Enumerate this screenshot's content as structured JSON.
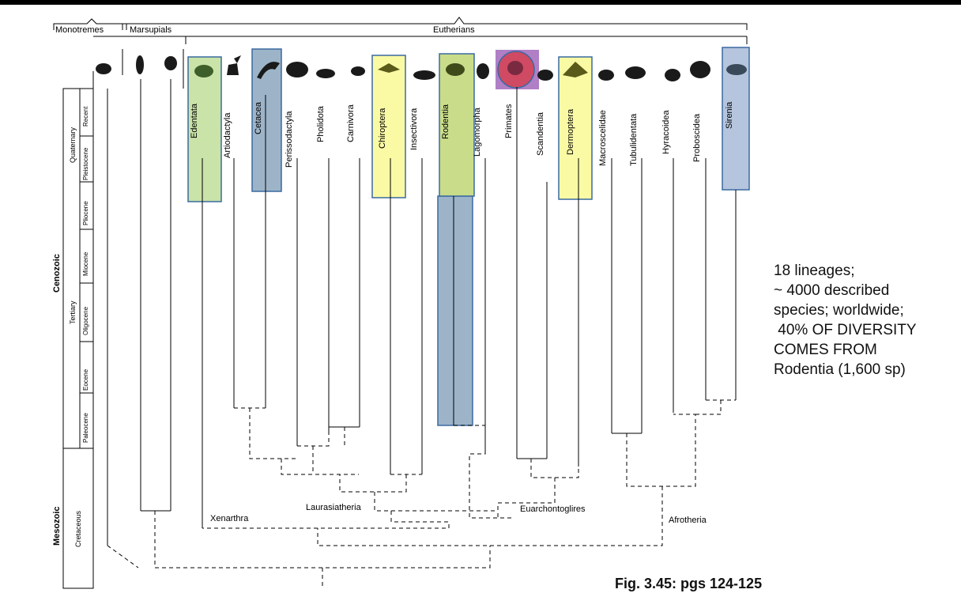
{
  "groups": [
    "Monotremes",
    "Marsupials",
    "Eutherians"
  ],
  "orders": [
    "Edentata",
    "Artiodactyla",
    "Cetacea",
    "Perissodactyla",
    "Pholidota",
    "Carnivora",
    "Chiroptera",
    "Insectivora",
    "Rodentia",
    "Lagomorpha",
    "Primates",
    "Scandentia",
    "Dermoptera",
    "Macroscelidae",
    "Tubulidentata",
    "Hyracoidea",
    "Proboscidea",
    "Sirenia"
  ],
  "timescale": {
    "eras": [
      "Cenozoic",
      "Mesozoic"
    ],
    "periods": [
      "Quaternary",
      "Tertiary",
      "Cretaceous"
    ],
    "epochs": [
      "Recent",
      "Pleistocene",
      "Pliocene",
      "Miocene",
      "Oligocene",
      "Eocene",
      "Paleocene"
    ]
  },
  "clades": [
    "Xenarthra",
    "Laurasiatheria",
    "Euarchontoglires",
    "Afrotheria"
  ],
  "highlight_colors": {
    "green": "#c9e3a8",
    "blue": "#9db4c8",
    "yellow": "#fafaa5",
    "purple": "#b07fc6",
    "red": "#d04a63"
  },
  "summary_lines": [
    "18 lineages;",
    "~ 4000 described",
    "species; worldwide;",
    " 40% OF DIVERSITY",
    "COMES FROM",
    "Rodentia (1,600 sp)"
  ],
  "caption": "Fig. 3.45: pgs 124-125"
}
